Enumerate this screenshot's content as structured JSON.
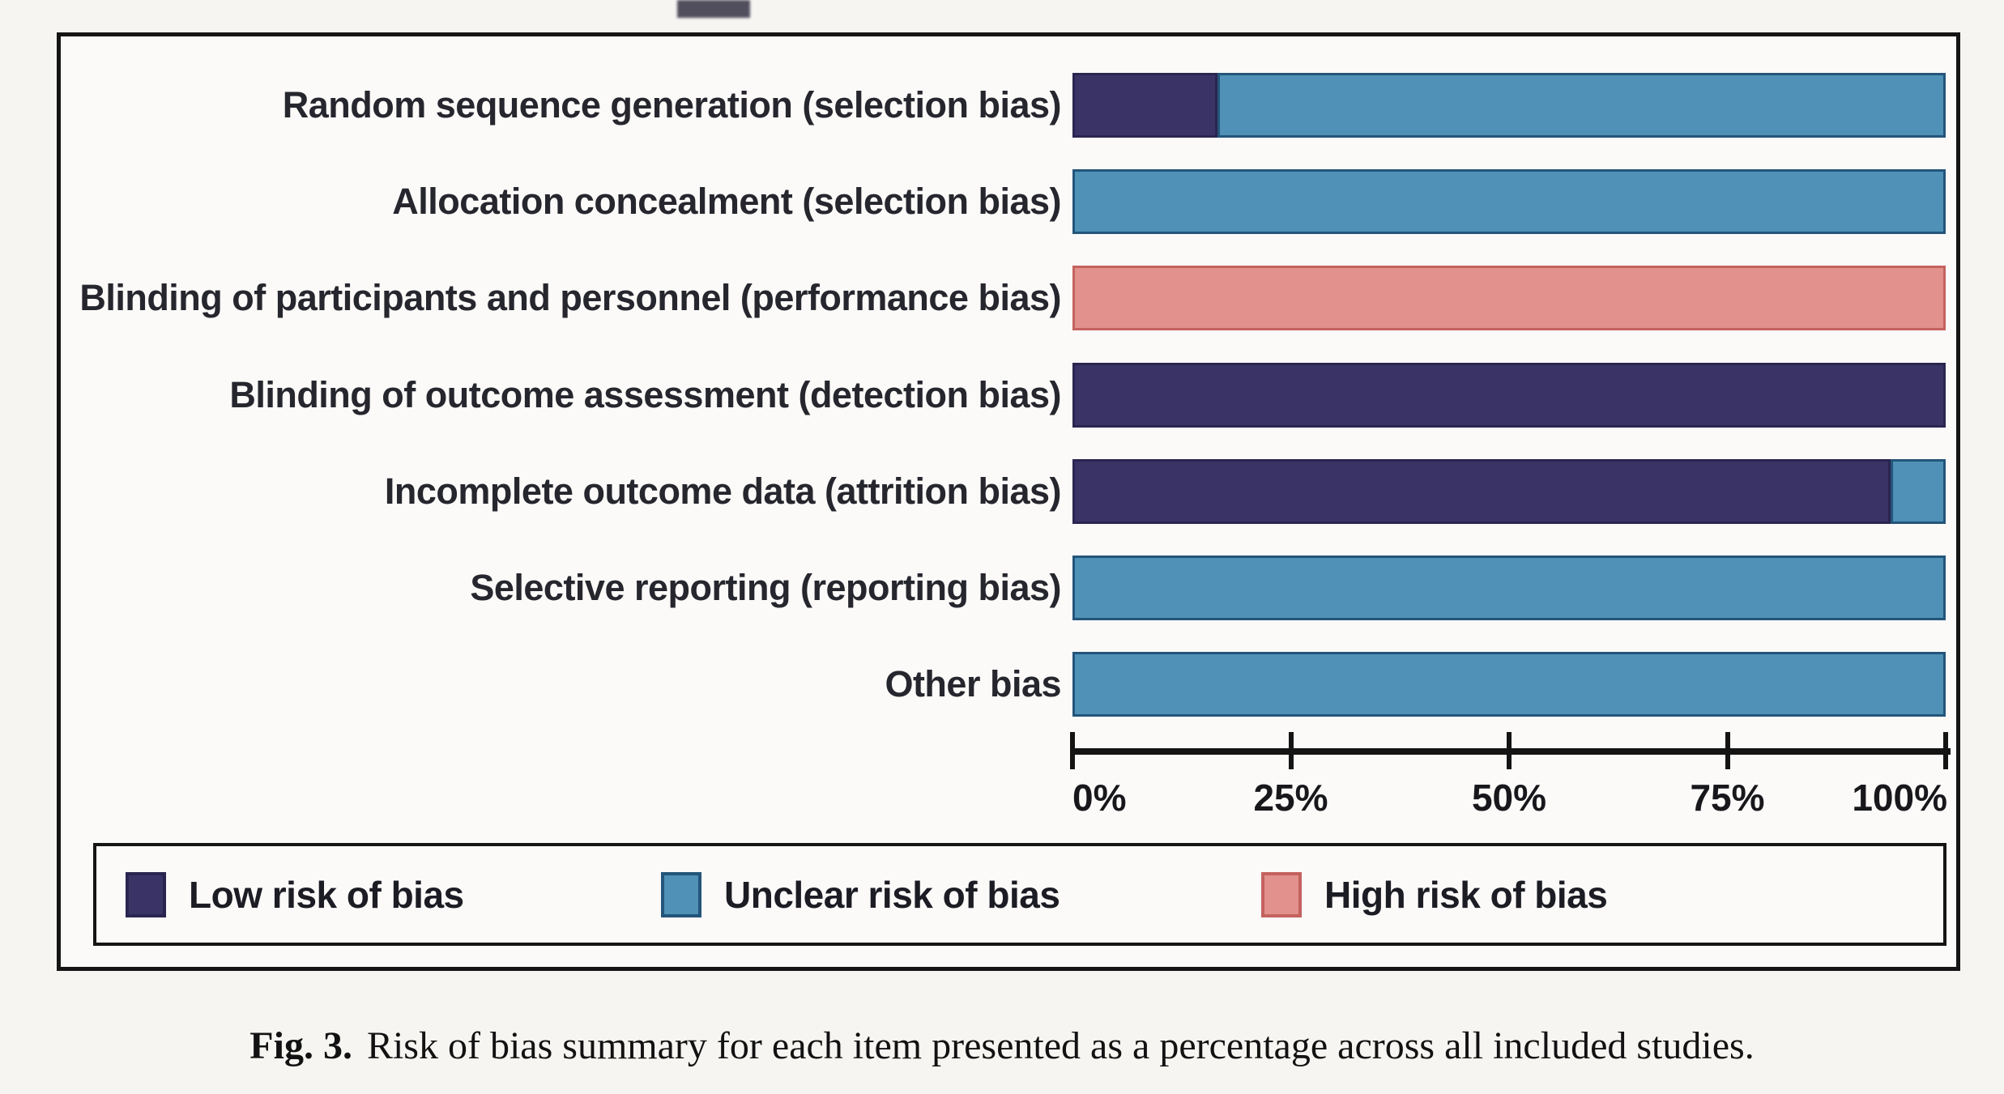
{
  "colors": {
    "page_background": "#f6f5f2",
    "panel_background": "#fbfaf8",
    "frame_border": "#151515",
    "axis": "#141414",
    "low_fill": "#3a3466",
    "low_edge": "#2a2550",
    "unclear_fill": "#4f91b7",
    "unclear_edge": "#24557a",
    "high_fill": "#e2918d",
    "high_edge": "#c4625e"
  },
  "chart_data": {
    "type": "bar",
    "orientation": "horizontal",
    "stacked": true,
    "grid": false,
    "xlim": [
      0,
      100
    ],
    "x_ticks": [
      "0%",
      "25%",
      "50%",
      "75%",
      "100%"
    ],
    "legend_position": "bottom-box",
    "categories": [
      "Random sequence generation (selection bias)",
      "Allocation concealment (selection bias)",
      "Blinding of participants and personnel (performance bias)",
      "Blinding of outcome assessment (detection bias)",
      "Incomplete outcome data (attrition bias)",
      "Selective reporting (reporting bias)",
      "Other bias"
    ],
    "series": [
      {
        "key": "low",
        "name": "Low risk of bias",
        "color": "#3a3466",
        "edge": "#2a2550",
        "values": [
          16.6,
          0,
          0,
          100,
          93.7,
          0,
          0
        ]
      },
      {
        "key": "unclear",
        "name": "Unclear risk of bias",
        "color": "#4f91b7",
        "edge": "#24557a",
        "values": [
          83.4,
          100,
          0,
          0,
          6.3,
          100,
          100
        ]
      },
      {
        "key": "high",
        "name": "High risk of bias",
        "color": "#e2918d",
        "edge": "#c4625e",
        "values": [
          0,
          0,
          100,
          0,
          0,
          0,
          0
        ]
      }
    ]
  },
  "caption": {
    "prefix": "Fig. 3.",
    "text": "Risk of bias summary for each item presented as a percentage across all included studies."
  }
}
